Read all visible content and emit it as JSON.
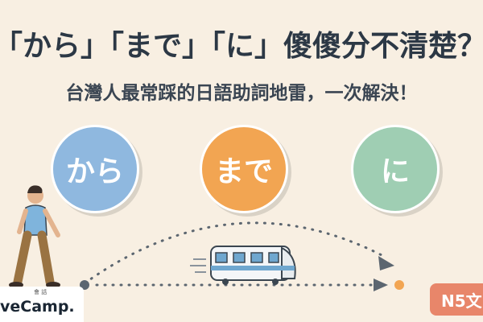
{
  "title": "「から」「まで」「に」傻傻分不清楚？",
  "subtitle": "台灣人最常踩的日語助詞地雷，一次解決！",
  "particles": [
    {
      "label": "から",
      "color": "#8fb8df"
    },
    {
      "label": "まで",
      "color": "#f2a552"
    },
    {
      "label": "に",
      "color": "#9fceb3"
    }
  ],
  "logo": {
    "text": "veCamp.",
    "small": "會 話"
  },
  "badge": {
    "label": "N5文",
    "color": "#e8866a"
  },
  "icons": [
    "walking-person",
    "train",
    "dotted-arrow-curve",
    "dotted-arrow-straight"
  ],
  "colors": {
    "background": "#f8efe2",
    "dots": "#5c6670",
    "accent_orange": "#f2a552"
  }
}
